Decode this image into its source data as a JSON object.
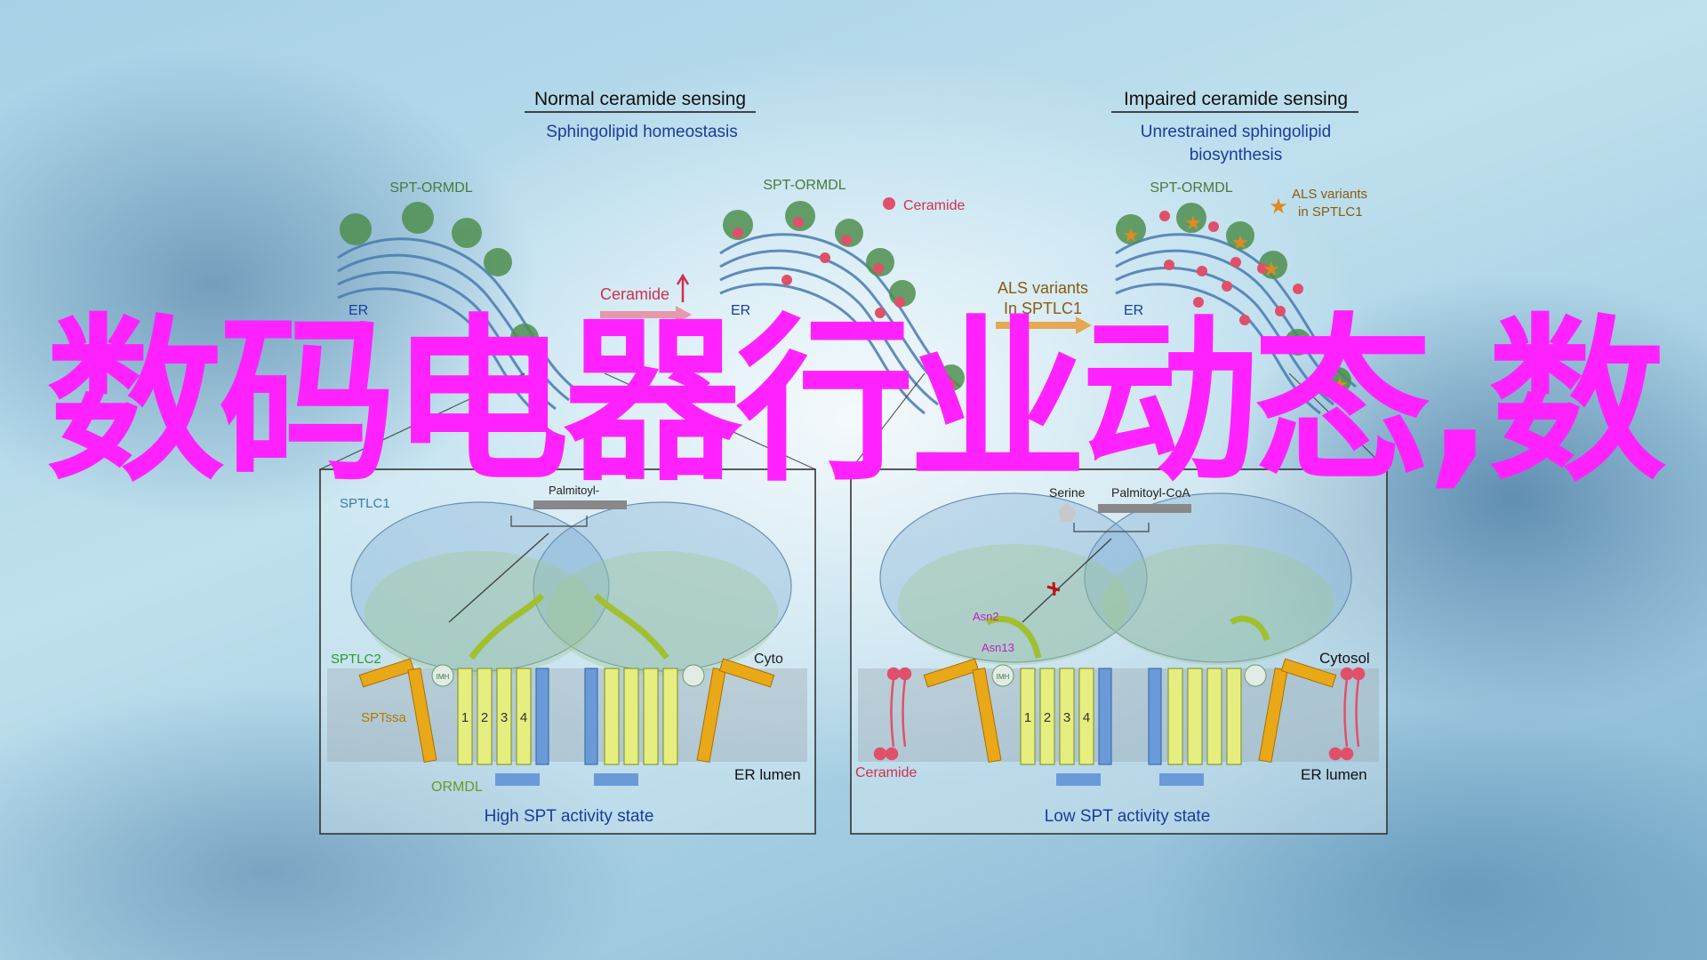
{
  "panels": {
    "normal": {
      "heading": "Normal ceramide sensing",
      "subheading": "Sphingolipid homeostasis",
      "complex_label_left": "SPT-ORMDL",
      "complex_label_right": "SPT-ORMDL",
      "er_label_left": "ER",
      "er_label_right": "ER",
      "ceramide_legend": "Ceramide",
      "ceramide_arrow_label": "Ceramide"
    },
    "impaired": {
      "heading": "Impaired ceramide sensing",
      "subheading_line1": "Unrestrained sphingolipid",
      "subheading_line2": "biosynthesis",
      "complex_label": "SPT-ORMDL",
      "er_label": "ER",
      "als_legend_line1": "ALS variants",
      "als_legend_line2": "in SPTLC1",
      "als_arrow_line1": "ALS variants",
      "als_arrow_line2": "In SPTLC1"
    }
  },
  "bottom": {
    "left_box": {
      "title": "High SPT activity state",
      "sptlc1": "SPTLC1",
      "sptlc2": "SPTLC2",
      "sptssa": "SPTssa",
      "ormdl": "ORMDL",
      "palmitoyl": "Palmitoyl-",
      "cytosol": "Cyto",
      "er_lumen": "ER lumen",
      "imh": "IMH",
      "helices": [
        "1",
        "2",
        "3",
        "4"
      ]
    },
    "right_box": {
      "title": "Low SPT activity state",
      "serine": "Serine",
      "palmitoyl_coa": "Palmitoyl-CoA",
      "asn2": "Asn2",
      "asn13": "Asn13",
      "cytosol": "Cytosol",
      "er_lumen": "ER lumen",
      "ceramide": "Ceramide",
      "imh": "IMH",
      "helices": [
        "1",
        "2",
        "3",
        "4"
      ]
    }
  },
  "overlay": {
    "headline": "数码电器行业动态,数"
  },
  "colors": {
    "headline": "#ff22ff",
    "ceramide": "#e0506a",
    "als_star": "#e08a20",
    "membrane_green": "#5a9a5a",
    "label_blue": "#1a3c9c"
  }
}
